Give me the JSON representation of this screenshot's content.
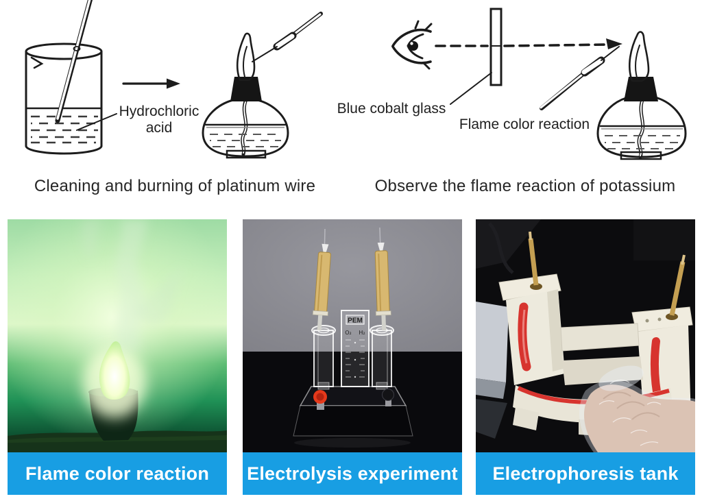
{
  "colors": {
    "page_bg": "#ffffff",
    "caption_bar": "#189ee3",
    "caption_text": "#ffffff",
    "line_art": "#1c1c1c"
  },
  "diagrams": {
    "left": {
      "caption": "Cleaning and burning of platinum wire",
      "acid_label_line1": "Hydrochloric",
      "acid_label_line2": "acid"
    },
    "right": {
      "caption": "Observe the flame reaction of potassium",
      "glass_label": "Blue cobalt glass",
      "flame_label": "Flame color reaction"
    }
  },
  "photos": [
    {
      "caption": "Flame color reaction"
    },
    {
      "caption": "Electrolysis experiment",
      "device_label": "PEM",
      "left_gas_label": "O₂",
      "right_gas_label": "H₂"
    },
    {
      "caption": "Electrophoresis tank"
    }
  ]
}
